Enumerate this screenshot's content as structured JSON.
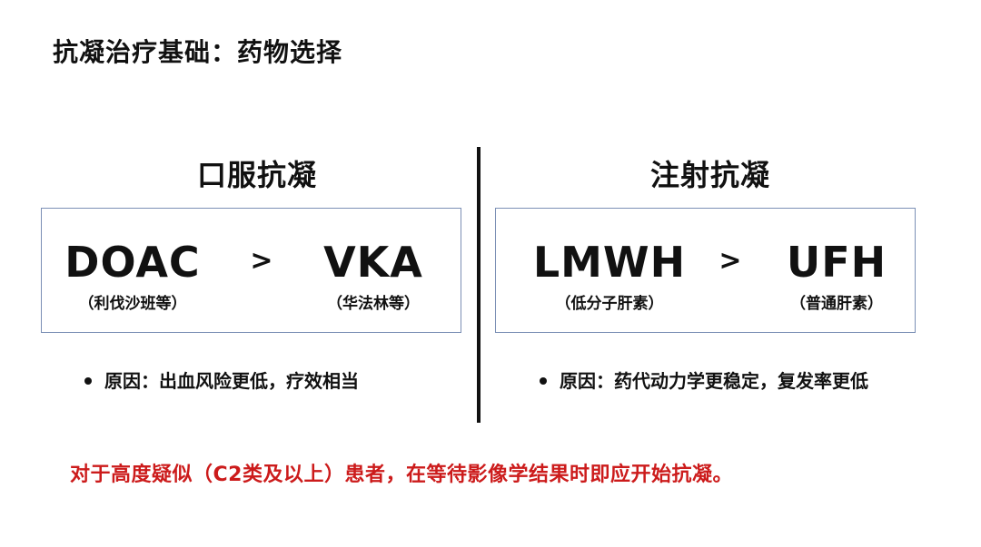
{
  "title": "抗凝治疗基础：药物选择",
  "left": {
    "heading": "口服抗凝",
    "drug_a": "DOAC",
    "drug_a_sub": "（利伐沙班等）",
    "comparator": ">",
    "drug_b": "VKA",
    "drug_b_sub": "（华法林等）",
    "reason": "原因：出血风险更低，疗效相当"
  },
  "right": {
    "heading": "注射抗凝",
    "drug_a": "LMWH",
    "drug_a_sub": "（低分子肝素）",
    "comparator": ">",
    "drug_b": "UFH",
    "drug_b_sub": "（普通肝素）",
    "reason": "原因：药代动力学更稳定，复发率更低"
  },
  "note": "对于高度疑似（C2类及以上）患者，在等待影像学结果时即应开始抗凝。",
  "colors": {
    "note": "#cc1b1b",
    "box_border": "#7b8fb5"
  }
}
